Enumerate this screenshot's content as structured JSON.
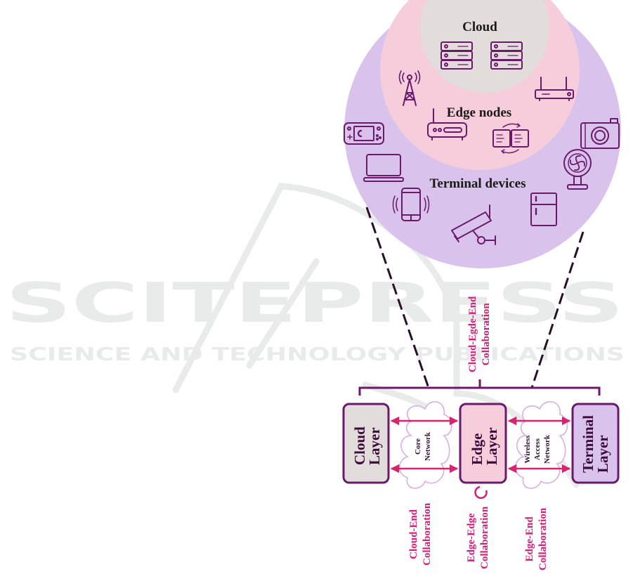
{
  "watermark": {
    "title": "SCITEPRESS",
    "subtitle": "SCIENCE AND TECHNOLOGY PUBLICATIONS"
  },
  "circle_view": {
    "cloud_label": "Cloud",
    "edge_label": "Edge nodes",
    "terminal_label": "Terminal devices",
    "cloud_icons": [
      "server-rack-icon",
      "server-rack-icon"
    ],
    "edge_icons": [
      "cell-tower-icon",
      "wifi-router-icon",
      "modem-router-icon",
      "data-sync-icon"
    ],
    "terminal_icons": [
      "game-console-icon",
      "laptop-icon",
      "smartphone-icon",
      "security-camera-icon",
      "refrigerator-icon",
      "fan-icon",
      "camera-icon"
    ]
  },
  "layers": {
    "cloud": "Cloud Layer",
    "cloud_lines": [
      "Cloud",
      "Layer"
    ],
    "edge": "Edge Layer",
    "edge_lines": [
      "Edge",
      "Layer"
    ],
    "terminal": "Terminal Layer",
    "terminal_lines": [
      "Terminal",
      "Layer"
    ]
  },
  "networks": {
    "core_lines": [
      "Core",
      "Network"
    ],
    "wireless_lines": [
      "Wireless",
      "Access",
      "Network"
    ]
  },
  "collaboration": {
    "top_lines": [
      "Cloud-Egde-End",
      "Collaboration"
    ],
    "cloud_end_lines": [
      "Cloud-End",
      "Collaboration"
    ],
    "edge_edge_lines": [
      "Edge-Edge",
      "Collaboration"
    ],
    "edge_end_lines": [
      "Edge-End",
      "Collaboration"
    ]
  },
  "colors": {
    "terminal_fill": "#d9c3ec",
    "edge_fill": "#f6cddb",
    "cloud_fill": "#e2ddda",
    "icon_stroke": "#6b1a6b",
    "bracket": "#6b1a6b",
    "arrow": "#d6246e",
    "collab_text": "#d81b74",
    "watermark": "#e8e9e9"
  }
}
